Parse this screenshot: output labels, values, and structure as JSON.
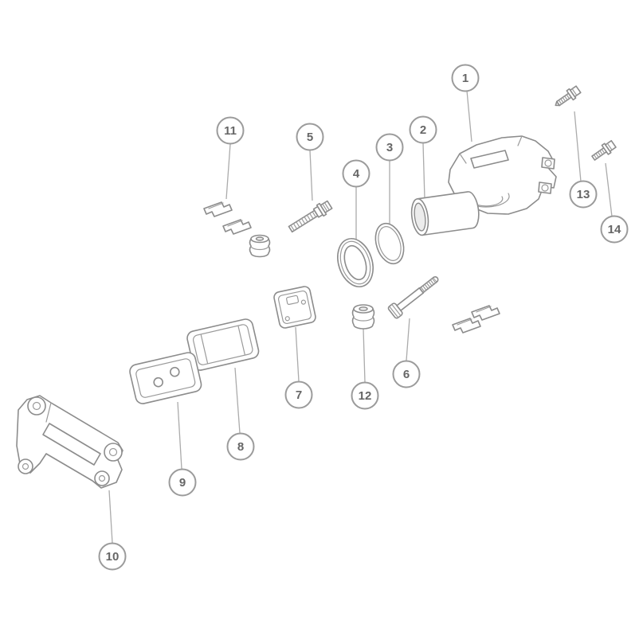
{
  "colors": {
    "part-outline": "#8c8c8c",
    "part-detail": "#9a9a9a",
    "callout-stroke": "#9b9b9b",
    "callout-text": "#666666",
    "leader": "#ababab",
    "background": "#ffffff"
  },
  "callouts": [
    {
      "label": "1"
    },
    {
      "label": "2"
    },
    {
      "label": "3"
    },
    {
      "label": "4"
    },
    {
      "label": "5"
    },
    {
      "label": "6"
    },
    {
      "label": "7"
    },
    {
      "label": "8"
    },
    {
      "label": "9"
    },
    {
      "label": "10"
    },
    {
      "label": "11"
    },
    {
      "label": "12"
    },
    {
      "label": "13"
    },
    {
      "label": "14"
    }
  ]
}
